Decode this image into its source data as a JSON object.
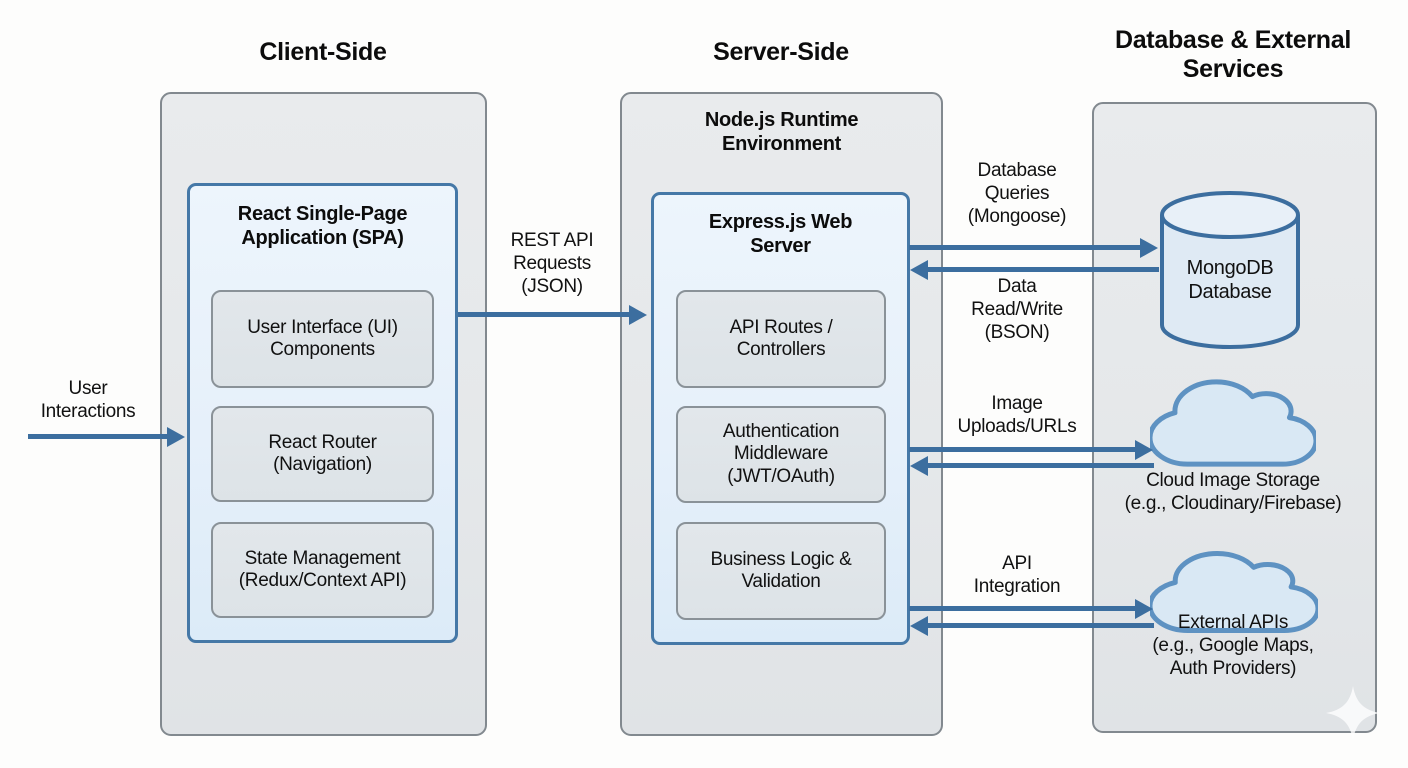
{
  "headers": {
    "client": "Client-Side",
    "server": "Server-Side",
    "database": "Database & External\nServices"
  },
  "client": {
    "spa_title": "React Single-Page\nApplication (SPA)",
    "components": [
      {
        "label": "User Interface (UI)\nComponents"
      },
      {
        "label": "React Router\n(Navigation)"
      },
      {
        "label": "State Management\n(Redux/Context API)"
      }
    ]
  },
  "server": {
    "runtime_title": "Node.js Runtime\nEnvironment",
    "express_title": "Express.js Web\nServer",
    "components": [
      {
        "label": "API Routes /\nControllers"
      },
      {
        "label": "Authentication\nMiddleware\n(JWT/OAuth)"
      },
      {
        "label": "Business Logic &\nValidation"
      }
    ]
  },
  "database": {
    "mongodb_label": "MongoDB\nDatabase",
    "cloud_storage_label": "Cloud Image Storage\n(e.g., Cloudinary/Firebase)",
    "external_apis_label": "External APIs\n(e.g., Google Maps,\nAuth Providers)"
  },
  "flows": {
    "user_interactions": "User\nInteractions",
    "rest_api": "REST API\nRequests\n(JSON)",
    "db_queries": "Database\nQueries\n(Mongoose)",
    "data_read_write": "Data\nRead/Write\n(BSON)",
    "image_uploads": "Image\nUploads/URLs",
    "api_integration": "API\nIntegration"
  },
  "colors": {
    "arrow-blue": "#3c6e9f",
    "panel-fill": "#e5e8ea",
    "panel-border": "#82898f",
    "blue-box-fill": "#e6f0fa",
    "blue-box-border": "#4578a7",
    "component-fill": "#dde3e7",
    "component-border": "#8a9298",
    "cylinder-fill": "#dfeaf4",
    "cylinder-top-fill": "#e8f0f8",
    "cloud-fill": "#d9e8f4",
    "cloud-border": "#5e92c2",
    "text": "#111111",
    "background": "#fdfdfc"
  }
}
